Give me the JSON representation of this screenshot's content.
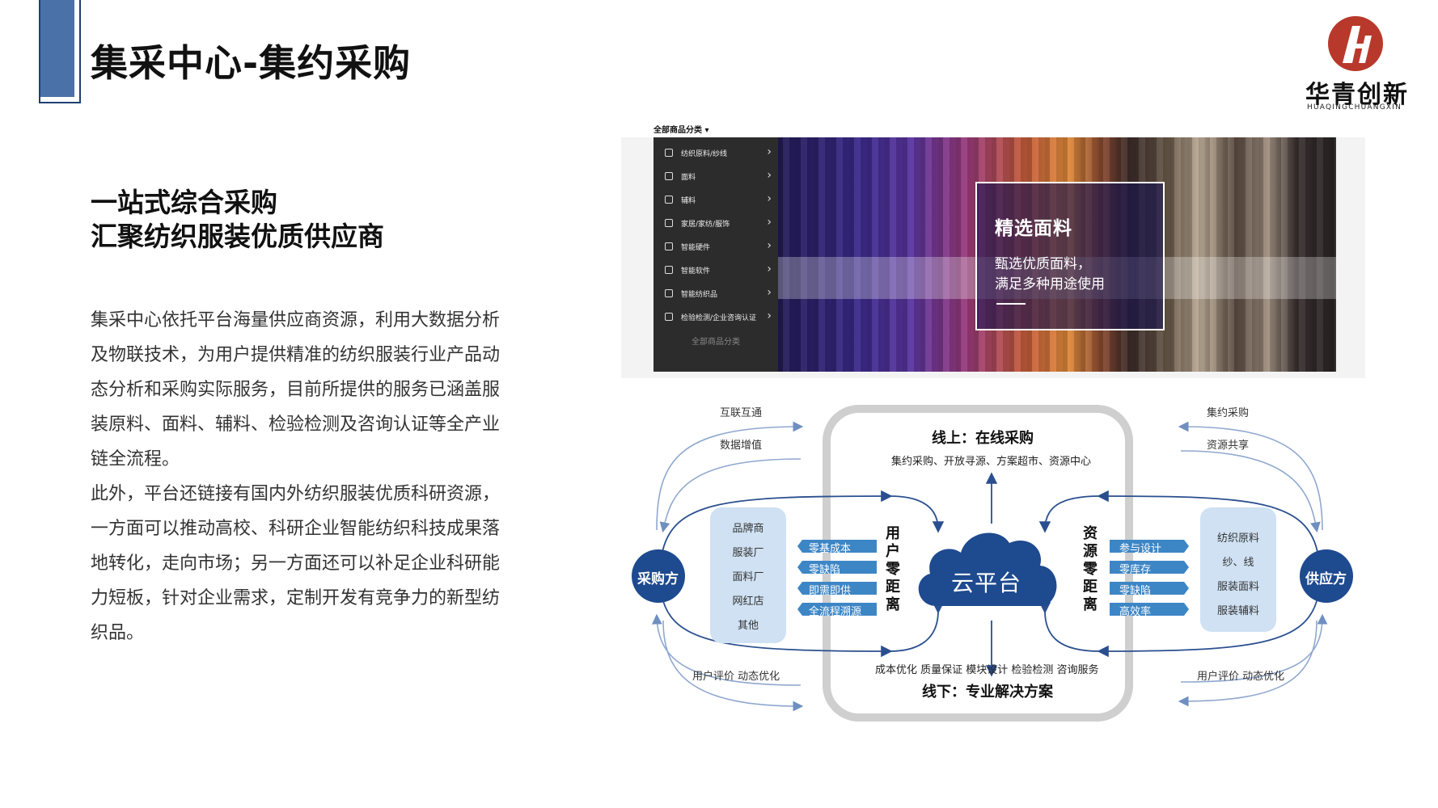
{
  "slide": {
    "title": "集采中心-集约采购",
    "logo": {
      "name_cn": "华青创新",
      "name_en": "HUAQINGCHUANGXIN"
    },
    "subhead": [
      "一站式综合采购",
      "汇聚纺织服装优质供应商"
    ],
    "paragraphs": [
      "集采中心依托平台海量供应商资源，利用大数据分析及物联技术，为用户提供精准的纺织服装行业产品动态分析和采购实际服务，目前所提供的服务已涵盖服装原料、面料、辅料、检验检测及咨询认证等全产业链全流程。",
      "此外，平台还链接有国内外纺织服装优质科研资源，一方面可以推动高校、科研企业智能纺织科技成果落地转化，走向市场；另一方面还可以补足企业科研能力短板，针对企业需求，定制开发有竞争力的新型纺织品。"
    ]
  },
  "mockup": {
    "category_label": "全部商品分类",
    "menu_items": [
      "纺织原料/纱线",
      "面料",
      "辅料",
      "家居/家纺/服饰",
      "智能硬件",
      "智能软件",
      "智能纺织品",
      "检验检测/企业咨询认证"
    ],
    "menu_footer": "全部商品分类",
    "banner": {
      "title": "精选面料",
      "subtitle": [
        "甄选优质面料，",
        "满足多种用途使用"
      ]
    }
  },
  "diagram": {
    "top_left": [
      "互联互通",
      "数据增值"
    ],
    "top_right": [
      "集约采购",
      "资源共享"
    ],
    "bottom_left": "用户评价 动态优化",
    "bottom_right": "用户评价 动态优化",
    "online": {
      "title": "线上：在线采购",
      "sub": "集约采购、开放寻源、方案超市、资源中心"
    },
    "offline": {
      "title": "线下：专业解决方案",
      "sub": "成本优化  质量保证  模块设计  检验检测  咨询服务"
    },
    "buyer": {
      "label": "采购方",
      "types": [
        "品牌商",
        "服装厂",
        "面料厂",
        "网红店",
        "其他"
      ]
    },
    "supplier": {
      "label": "供应方",
      "types": [
        "纺织原料",
        "纱、线",
        "服装面料",
        "服装辅料"
      ]
    },
    "user_side": {
      "label": "用户零距离",
      "tags": [
        "零基成本",
        "零缺陷",
        "即需即供",
        "全流程溯源"
      ]
    },
    "resource_side": {
      "label": "资源零距离",
      "tags": [
        "参与设计",
        "零库存",
        "零缺陷",
        "高效率"
      ]
    },
    "cloud": "云平台"
  }
}
